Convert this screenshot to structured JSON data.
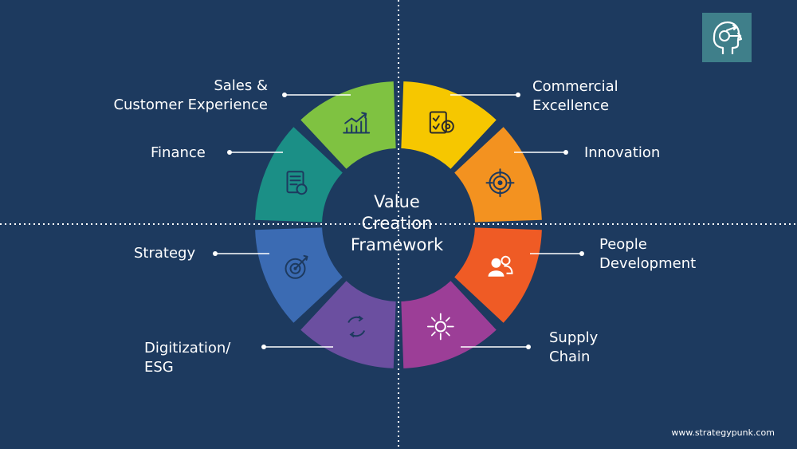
{
  "title": [
    "Value",
    "Creation",
    "Framework"
  ],
  "segments": [
    {
      "id": "commercial-excellence",
      "label": [
        "Commercial",
        "Excellence"
      ],
      "color": "#f6c700",
      "icon": "checklist-gear-icon"
    },
    {
      "id": "innovation",
      "label": [
        "Innovation"
      ],
      "color": "#f39220",
      "icon": "target-icon"
    },
    {
      "id": "people-development",
      "label": [
        "People",
        "Development"
      ],
      "color": "#ef5b25",
      "icon": "people-icon"
    },
    {
      "id": "supply-chain",
      "label": [
        "Supply",
        "Chain"
      ],
      "color": "#9c3e97",
      "icon": "gear-arrows-icon"
    },
    {
      "id": "digitization-esg",
      "label": [
        "Digitization/",
        "ESG"
      ],
      "color": "#6b4fa0",
      "icon": "cycle-arrows-icon"
    },
    {
      "id": "strategy",
      "label": [
        "Strategy"
      ],
      "color": "#3b6bb3",
      "icon": "target-arrow-icon"
    },
    {
      "id": "finance",
      "label": [
        "Finance"
      ],
      "color": "#1b8f86",
      "icon": "document-coin-icon"
    },
    {
      "id": "sales-customer-experience",
      "label": [
        "Sales &",
        "Customer Experience"
      ],
      "color": "#7fc241",
      "icon": "growth-chart-icon"
    }
  ],
  "logo": {
    "icon": "head-arrows-icon",
    "color": "#3f7f8a"
  },
  "footer": "www.strategypunk.com"
}
